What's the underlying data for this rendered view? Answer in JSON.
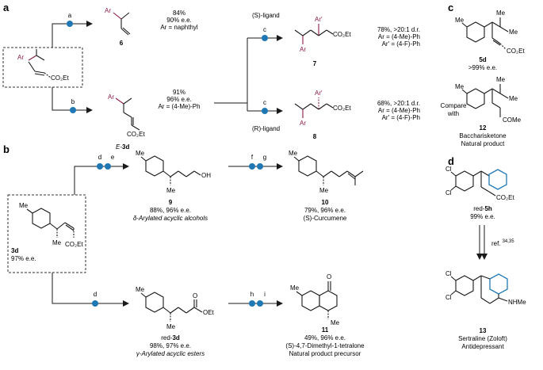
{
  "colors": {
    "accent": "#1f78b4",
    "highlight": "#8a1a4a",
    "text": "#1a1a1a"
  },
  "panel_a": {
    "letter": "a",
    "arrow_top_label": "a",
    "arrow_bottom_label": "b",
    "start": {
      "ar": "Ar",
      "ester": "CO₂Et"
    },
    "cmpd6": {
      "ar": "Ar",
      "number": "6",
      "info": [
        "84%",
        "90% e.e.",
        "Ar = naphthyl"
      ]
    },
    "e3d": {
      "ar": "Ar",
      "ester": "CO₂Et",
      "label_prefix": "E-",
      "label_bold": "3d",
      "info": [
        "91%",
        "96% e.e.",
        "Ar = (4-Me)-Ph"
      ]
    },
    "ligand_top": "(S)-ligand",
    "ligand_bottom": "(R)-ligand",
    "arrow_c": "c",
    "cmpd7": {
      "ar": "Ar",
      "ar2": "Ar′",
      "ester": "CO₂Et",
      "number": "7",
      "info": [
        "78%, >20:1 d.r.",
        "Ar = (4-Me)-Ph",
        "Ar′ = (4-F)-Ph"
      ]
    },
    "cmpd8": {
      "ar": "Ar",
      "ar2": "Ar′",
      "ester": "CO₂Et",
      "number": "8",
      "info": [
        "68%, >20:1 d.r.",
        "Ar = (4-Me)-Ph",
        "Ar′ = (4-F)-Ph"
      ]
    }
  },
  "panel_b": {
    "letter": "b",
    "start": {
      "me": "Me",
      "me2": "Me",
      "ester": "CO₂Et",
      "number": "3d",
      "ee": "97% e.e."
    },
    "arrow_d": "d",
    "arrow_e": "e",
    "arrow_f": "f",
    "arrow_g": "g",
    "arrow_h": "h",
    "arrow_i": "i",
    "cmpd9": {
      "me": "Me",
      "me2": "Me",
      "oh": "OH",
      "number": "9",
      "info": [
        "88%, 96% e.e.",
        "δ-Arylated acyclic alcohols"
      ]
    },
    "cmpd10": {
      "me": "Me",
      "me2": "Me",
      "number": "10",
      "info": [
        "79%, 96% e.e.",
        "(S)-Curcumene"
      ]
    },
    "red3d": {
      "me": "Me",
      "me2": "Me",
      "o": "O",
      "oet": "OEt",
      "label_prefix": "red-",
      "label_bold": "3d",
      "info": [
        "98%, 97% e.e.",
        "γ-Arylated acyclic esters"
      ]
    },
    "cmpd11": {
      "me": "Me",
      "me2": "Me",
      "o": "O",
      "number": "11",
      "info": [
        "49%, 96% e.e.",
        "(S)-4,7-Dimethyl-1-tetralone",
        "Natural product precursor"
      ]
    }
  },
  "panel_c": {
    "letter": "c",
    "cmpd5d": {
      "me": "Me",
      "me2": "Me",
      "me3": "Me",
      "ester": "CO₂Et",
      "number": "5d",
      "ee": ">99% e.e."
    },
    "compare": [
      "Compare",
      "with"
    ],
    "cmpd12": {
      "me": "Me",
      "me2": "Me",
      "me3": "Me",
      "ketone": "COMe",
      "number": "12",
      "info": [
        "Baccharisketone",
        "Natural product"
      ]
    }
  },
  "panel_d": {
    "letter": "d",
    "red5h": {
      "cl": "Cl",
      "cl2": "Cl",
      "ester": "CO₂Et",
      "label_prefix": "red-",
      "label_bold": "5h",
      "ee": "99% e.e."
    },
    "ref": "ref.",
    "ref_nums": "34,35",
    "cmpd13": {
      "cl": "Cl",
      "cl2": "Cl",
      "nhme": "NHMe",
      "number": "13",
      "info": [
        "Sertraline (Zoloft)",
        "Antidepressant"
      ]
    }
  }
}
